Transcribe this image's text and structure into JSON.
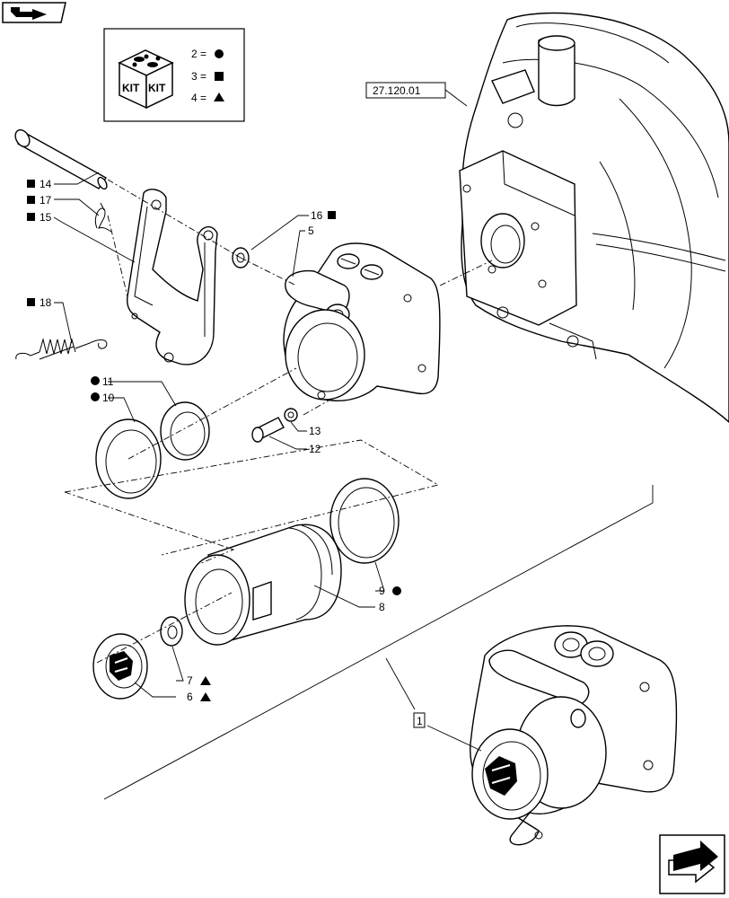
{
  "nav": {
    "prev_icon": "back-arrow-icon",
    "next_icon": "forward-arrow-icon"
  },
  "kit_legend": {
    "kit_left": "KIT",
    "kit_right": "KIT",
    "rows": [
      {
        "label": "2 =",
        "symbol": "circle"
      },
      {
        "label": "3 =",
        "symbol": "square"
      },
      {
        "label": "4 =",
        "symbol": "triangle"
      }
    ]
  },
  "reference": "27.120.01",
  "callouts": [
    {
      "text": "14",
      "symbol": "square"
    },
    {
      "text": "17",
      "symbol": "square"
    },
    {
      "text": "15",
      "symbol": "square"
    },
    {
      "text": "16",
      "symbol": "square"
    },
    {
      "text": "5",
      "symbol": ""
    },
    {
      "text": "18",
      "symbol": "square"
    },
    {
      "text": "11",
      "symbol": "circle"
    },
    {
      "text": "10",
      "symbol": "circle"
    },
    {
      "text": "13",
      "symbol": ""
    },
    {
      "text": "12",
      "symbol": ""
    },
    {
      "text": "9",
      "symbol": "circle"
    },
    {
      "text": "8",
      "symbol": ""
    },
    {
      "text": "7",
      "symbol": "triangle"
    },
    {
      "text": "6",
      "symbol": "triangle"
    },
    {
      "text": "1",
      "symbol": "box"
    }
  ]
}
